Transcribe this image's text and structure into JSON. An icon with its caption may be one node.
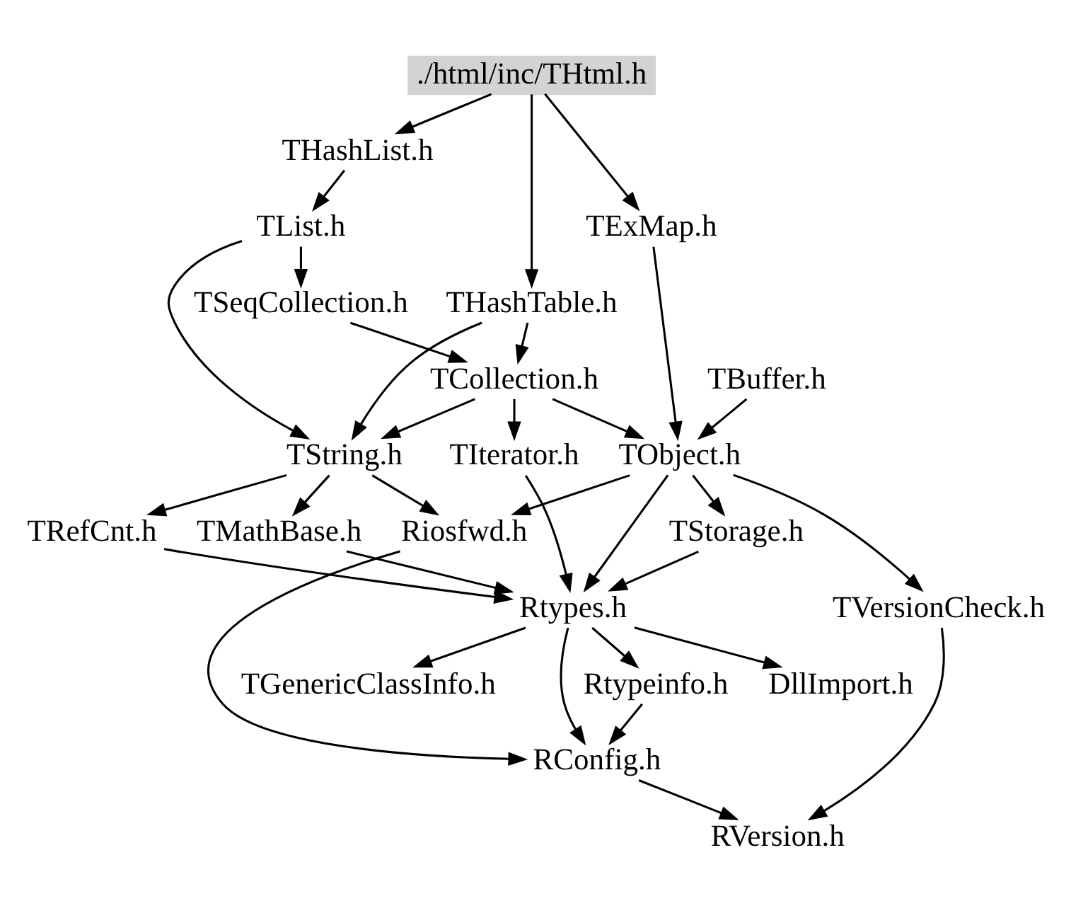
{
  "diagram": {
    "nodes": [
      {
        "text": [
          "./html/inc/THtml.h"
        ]
      },
      {
        "text": [
          "THashList.h"
        ]
      },
      {
        "text": [
          "TExMap.h"
        ]
      },
      {
        "text": [
          "TList.h"
        ]
      },
      {
        "text": [
          "TSeqCollection.h"
        ]
      },
      {
        "text": [
          "THashTable.h"
        ]
      },
      {
        "text": [
          "TCollection.h"
        ]
      },
      {
        "text": [
          "TObject.h"
        ]
      },
      {
        "text": [
          "TString.h"
        ]
      },
      {
        "text": [
          "TIterator.h"
        ]
      },
      {
        "text": [
          "TBuffer.h"
        ]
      },
      {
        "text": [
          "TStorage.h"
        ]
      },
      {
        "text": [
          "Riosfwd.h"
        ]
      },
      {
        "text": [
          "TRefCnt.h"
        ]
      },
      {
        "text": [
          "TMathBase.h"
        ]
      },
      {
        "text": [
          "TVersionCheck.h"
        ]
      },
      {
        "text": [
          "Rtypes.h"
        ]
      },
      {
        "text": [
          "DllImport.h"
        ]
      },
      {
        "text": [
          "TGenericClassInfo.h"
        ]
      },
      {
        "text": [
          "Rtypeinfo.h"
        ]
      },
      {
        "text": [
          "RConfig.h"
        ]
      },
      {
        "text": [
          "RVersion.h"
        ]
      }
    ],
    "edges": [
      {
        "from": 0,
        "to": 2,
        "arrow": "to"
      },
      {
        "from": 0,
        "to": 1,
        "arrow": "to"
      },
      {
        "from": 0,
        "to": 5,
        "arrow": "to"
      },
      {
        "from": 1,
        "to": 3,
        "arrow": "to"
      },
      {
        "from": 3,
        "to": 4,
        "arrow": "to"
      },
      {
        "from": 3,
        "to": 8,
        "arrow": "to"
      },
      {
        "from": 2,
        "to": 7,
        "arrow": "to"
      },
      {
        "from": 4,
        "to": 6,
        "arrow": "to"
      },
      {
        "from": 5,
        "to": 6,
        "arrow": "to"
      },
      {
        "from": 5,
        "to": 8,
        "arrow": "to"
      },
      {
        "from": 6,
        "to": 7,
        "arrow": "to"
      },
      {
        "from": 6,
        "to": 8,
        "arrow": "to"
      },
      {
        "from": 6,
        "to": 9,
        "arrow": "to"
      },
      {
        "from": 10,
        "to": 7,
        "arrow": "to"
      },
      {
        "from": 7,
        "to": 11,
        "arrow": "to"
      },
      {
        "from": 7,
        "to": 12,
        "arrow": "to"
      },
      {
        "from": 7,
        "to": 15,
        "arrow": "to"
      },
      {
        "from": 7,
        "to": 16,
        "arrow": "to"
      },
      {
        "from": 8,
        "to": 12,
        "arrow": "to"
      },
      {
        "from": 8,
        "to": 13,
        "arrow": "to"
      },
      {
        "from": 8,
        "to": 14,
        "arrow": "to"
      },
      {
        "from": 11,
        "to": 16,
        "arrow": "to"
      },
      {
        "from": 12,
        "to": 20,
        "arrow": "to"
      },
      {
        "from": 13,
        "to": 16,
        "arrow": "to"
      },
      {
        "from": 14,
        "to": 16,
        "arrow": "to"
      },
      {
        "from": 9,
        "to": 16,
        "arrow": "to"
      },
      {
        "from": 16,
        "to": 17,
        "arrow": "to"
      },
      {
        "from": 16,
        "to": 18,
        "arrow": "to"
      },
      {
        "from": 16,
        "to": 19,
        "arrow": "to"
      },
      {
        "from": 16,
        "to": 20,
        "arrow": "to"
      },
      {
        "from": 19,
        "to": 20,
        "arrow": "to"
      },
      {
        "from": 15,
        "to": 21,
        "arrow": "to"
      },
      {
        "from": 20,
        "to": 21,
        "arrow": "to"
      }
    ]
  }
}
